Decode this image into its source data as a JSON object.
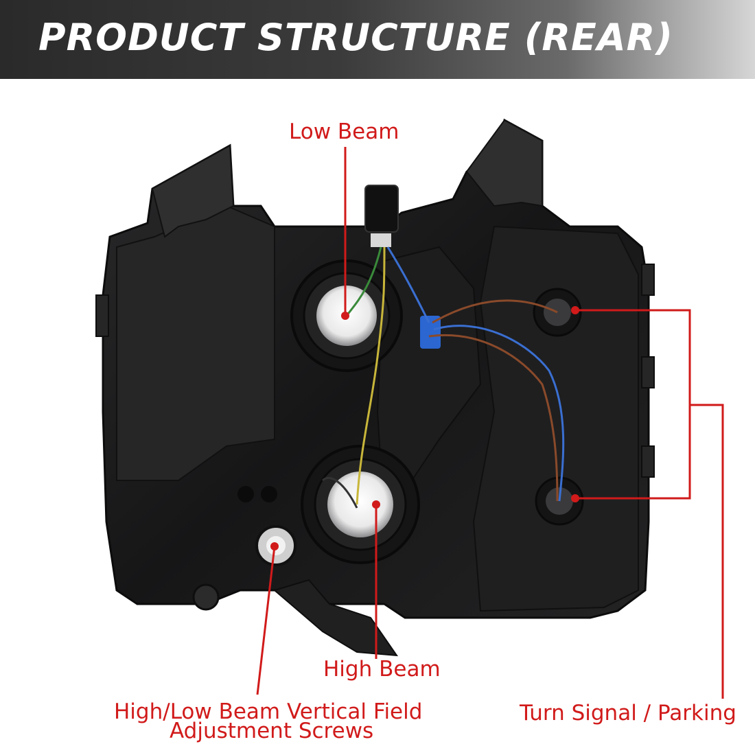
{
  "banner": {
    "title": "PRODUCT STRUCTURE (REAR)"
  },
  "callouts": {
    "low_beam": "Low Beam",
    "high_beam": "High Beam",
    "adjust_screws_line1": "High/Low Beam Vertical Field",
    "adjust_screws_line2": "Adjustment Screws",
    "turn_signal_parking": "Turn Signal / Parking"
  },
  "colors": {
    "callout": "#d11a1a",
    "banner_dark": "#2a2a2a",
    "housing": "#1c1c1c"
  }
}
